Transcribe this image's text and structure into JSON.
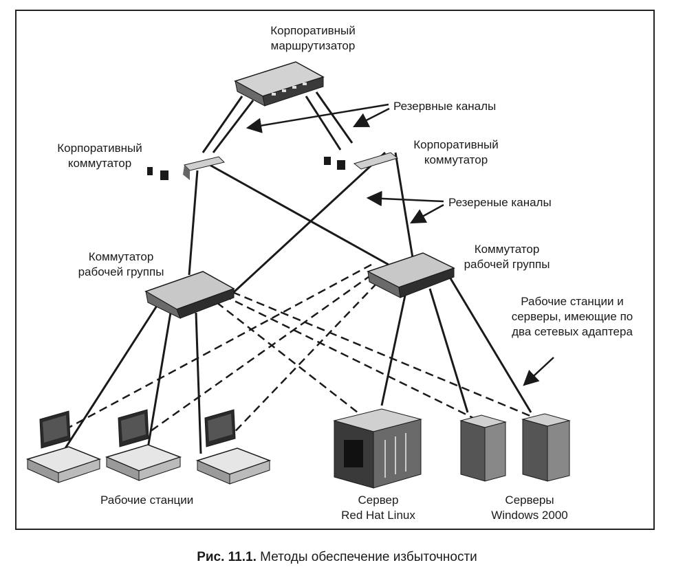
{
  "labels": {
    "router": [
      "Корпоративный",
      "маршрутизатор"
    ],
    "redundant_top": "Резервные каналы",
    "switch_left": [
      "Корпоративный",
      "коммутатор"
    ],
    "switch_right": [
      "Корпоративный",
      "коммутатор"
    ],
    "redundant_mid": "Резерeные каналы",
    "wg_left": [
      "Коммутатор",
      "рабочей группы"
    ],
    "wg_right": [
      "Коммутатор",
      "рабочей группы"
    ],
    "dual_nic": [
      "Рабочие станции и",
      "серверы, имеющие по",
      "два сетевых адаптера"
    ],
    "workstations": "Рабочие станции",
    "server_linux": [
      "Сервер",
      "Red Hat Linux"
    ],
    "servers_windows": [
      "Серверы",
      "Windows 2000"
    ]
  },
  "caption": {
    "prefix": "Рис. 11.1.",
    "text": " Методы обеспечение избыточности"
  },
  "colors": {
    "line": "#1a1a1a",
    "device": "#3a3a3a",
    "device_light": "#bdbdbd",
    "background": "#f7f7f5"
  }
}
